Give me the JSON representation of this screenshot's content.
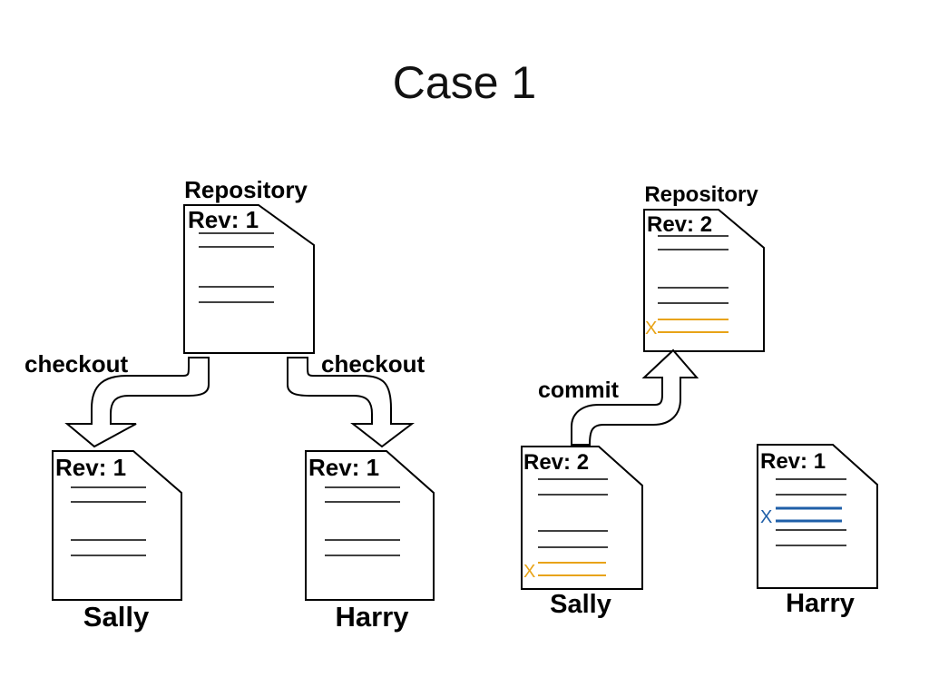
{
  "title": "Case 1",
  "colors": {
    "sally_change": "#e8a317",
    "harry_change": "#1f5fa8"
  },
  "left": {
    "repository": {
      "label": "Repository",
      "rev": "Rev: 1"
    },
    "arrow_left_label": "checkout",
    "arrow_right_label": "checkout",
    "sally": {
      "rev": "Rev: 1",
      "name": "Sally"
    },
    "harry": {
      "rev": "Rev: 1",
      "name": "Harry"
    }
  },
  "right": {
    "repository": {
      "label": "Repository",
      "rev": "Rev: 2"
    },
    "arrow_label": "commit",
    "sally": {
      "rev": "Rev: 2",
      "name": "Sally"
    },
    "harry": {
      "rev": "Rev: 1",
      "name": "Harry"
    },
    "change_mark": "X"
  }
}
